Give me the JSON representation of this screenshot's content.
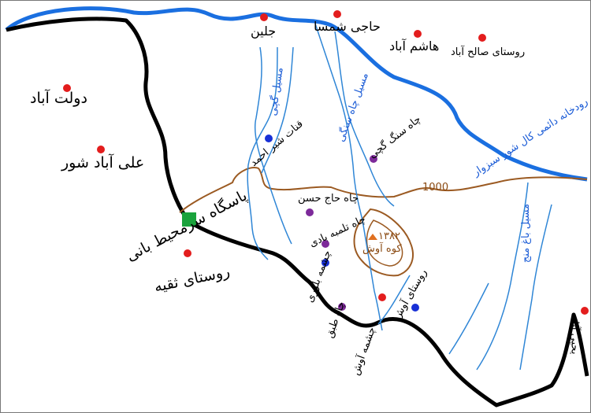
{
  "map": {
    "villages": [
      {
        "name": "دولت آباد"
      },
      {
        "name": "علی آباد شور"
      },
      {
        "name": "روستای ثقیه"
      },
      {
        "name": "جلین"
      },
      {
        "name": "حاجی شمسا"
      },
      {
        "name": "هاشم آباد"
      },
      {
        "name": "روستای صالح آباد"
      },
      {
        "name": "روستای آوش"
      },
      {
        "name": "یحیی آباد"
      }
    ],
    "wells": [
      {
        "name": "چاه سنگ گچی"
      },
      {
        "name": "چاه حاج حسن"
      },
      {
        "name": "چاه تلمبه بادی"
      },
      {
        "name": "چاه طبق"
      }
    ],
    "springs_qanats": [
      {
        "name": "قنات شیر احمد"
      },
      {
        "name": "چشمه بلوری"
      },
      {
        "name": "چشمه آوش"
      }
    ],
    "streams": [
      {
        "name": "مسیل گچی"
      },
      {
        "name": "مسیل چاه سنگی"
      },
      {
        "name": "مسیل باغ منج"
      }
    ],
    "river": {
      "name": "رودخانه دائمی کال شور سبزوار"
    },
    "contour": {
      "label": "1000"
    },
    "mountain": {
      "name": "کوه آوش",
      "elevation": "۱۳۸۲"
    },
    "station": {
      "name": "پاسگاه سرمحیط بانی"
    },
    "colors": {
      "village_marker": "#e31d1d",
      "well_marker": "#7d2a9a",
      "spring_marker": "#1830d6",
      "station_marker": "#1aa33c",
      "river": "#1a6fe0",
      "stream": "#2f86d6",
      "contour": "#9b5a22",
      "boundary": "#000000"
    }
  }
}
